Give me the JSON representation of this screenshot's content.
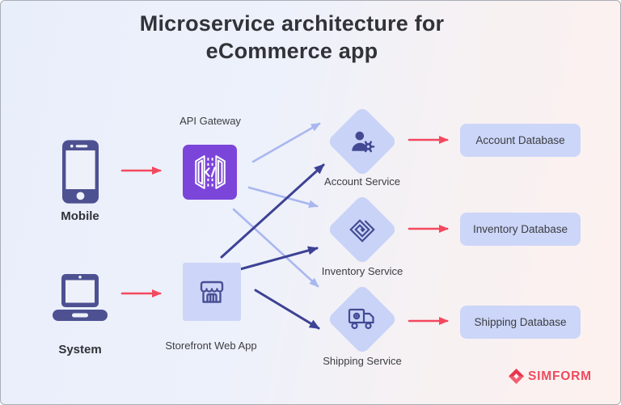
{
  "title": {
    "line1": "Microservice architecture for",
    "line2": "eCommerce app"
  },
  "nodes": {
    "clients": [
      {
        "label": "Mobile",
        "icon": "smartphone-icon"
      },
      {
        "label": "System",
        "icon": "laptop-icon"
      }
    ],
    "gateways": [
      {
        "label": "API Gateway",
        "icon": "api-gateway-icon"
      },
      {
        "label": "Storefront Web App",
        "icon": "storefront-icon"
      }
    ],
    "services": [
      {
        "label": "Account Service",
        "icon": "user-gear-icon"
      },
      {
        "label": "Inventory Service",
        "icon": "spiral-diamond-icon"
      },
      {
        "label": "Shipping Service",
        "icon": "delivery-truck-icon"
      }
    ],
    "databases": [
      {
        "label": "Account Database"
      },
      {
        "label": "Inventory Database"
      },
      {
        "label": "Shipping Database"
      }
    ]
  },
  "connections": [
    {
      "from": "Mobile",
      "to": "API Gateway",
      "style": "red"
    },
    {
      "from": "System",
      "to": "Storefront Web App",
      "style": "red"
    },
    {
      "from": "API Gateway",
      "to": "Account Service",
      "style": "light-blue"
    },
    {
      "from": "API Gateway",
      "to": "Inventory Service",
      "style": "light-blue"
    },
    {
      "from": "API Gateway",
      "to": "Shipping Service",
      "style": "light-blue"
    },
    {
      "from": "Storefront Web App",
      "to": "Account Service",
      "style": "dark-blue"
    },
    {
      "from": "Storefront Web App",
      "to": "Inventory Service",
      "style": "dark-blue"
    },
    {
      "from": "Storefront Web App",
      "to": "Shipping Service",
      "style": "dark-blue"
    },
    {
      "from": "Account Service",
      "to": "Account Database",
      "style": "red"
    },
    {
      "from": "Inventory Service",
      "to": "Inventory Database",
      "style": "red"
    },
    {
      "from": "Shipping Service",
      "to": "Shipping Database",
      "style": "red"
    }
  ],
  "logo": {
    "text": "SIMFORM",
    "icon": "simform-logo-mark"
  },
  "colors": {
    "arrow_red": "#f4485e",
    "arrow_light_blue": "#a9b7f0",
    "arrow_dark_blue": "#3d4295",
    "icon_navy": "#4a5095",
    "gateway_purple": "#7c45da",
    "lavender_fill": "#ccd6f8",
    "title_text": "#313338",
    "label_text": "#3c3d42",
    "logo_red": "#ee4b5e",
    "bg_blue": "#e9eefb",
    "bg_pink": "#fdf1ee"
  }
}
